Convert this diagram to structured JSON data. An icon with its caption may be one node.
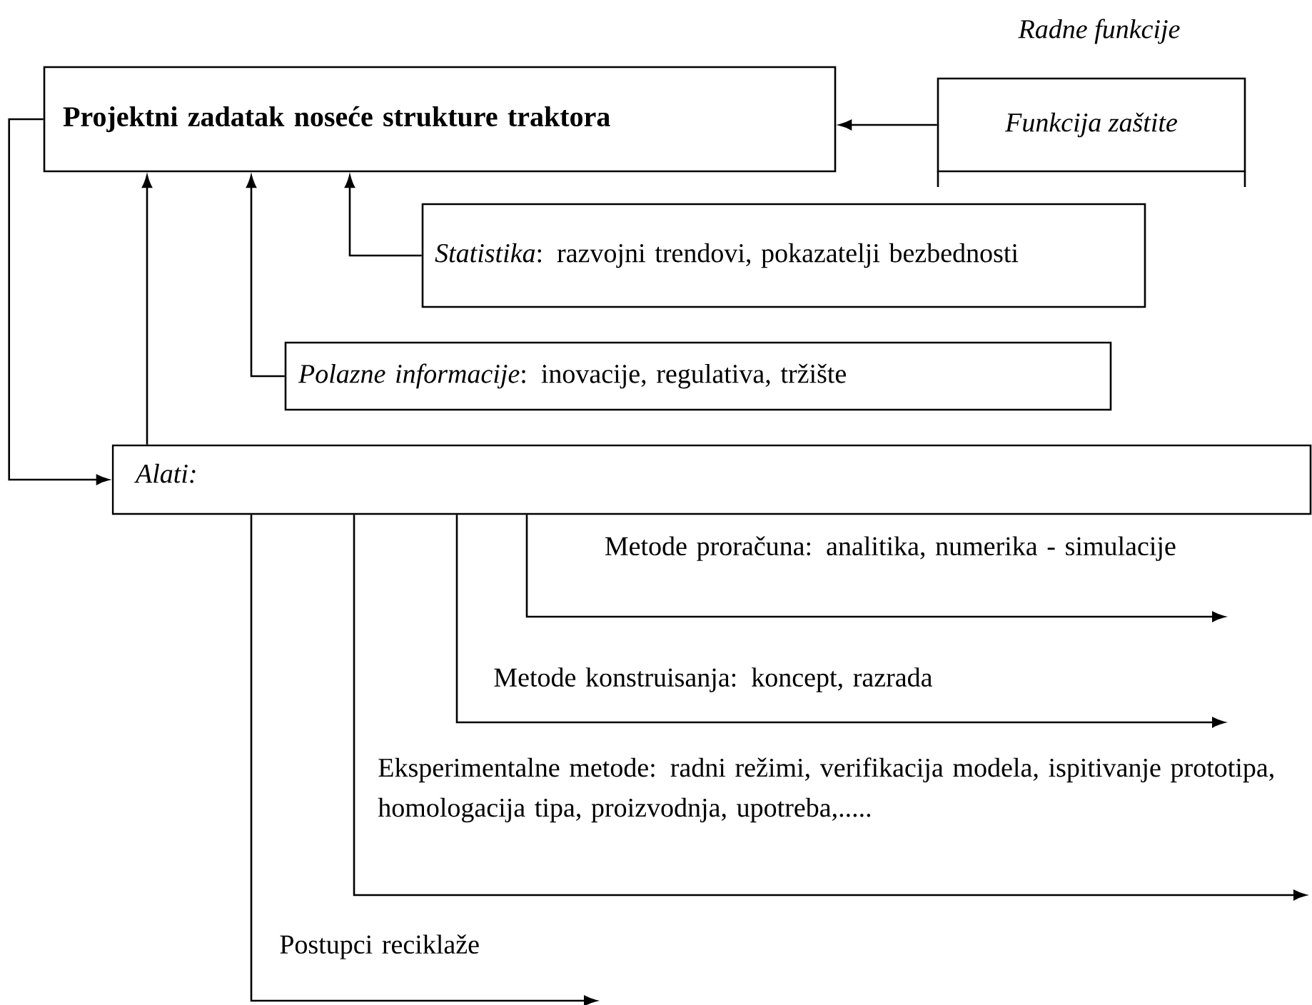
{
  "diagram": {
    "nodes": [
      {
        "text": [
          "Projektni zadatak noseće strukture traktora"
        ]
      },
      {
        "text": [
          "Radne funkcije",
          "Funkcija zaštite"
        ]
      },
      {
        "text": [
          "*Statistika*: razvojni trendovi, pokazatelji bezbednosti"
        ]
      },
      {
        "text": [
          "*Polazne informacije*: inovacije, regulativa, tržište"
        ]
      },
      {
        "text": [
          "Alati:"
        ]
      }
    ],
    "edges": [
      {
        "from": 1,
        "to": 0,
        "arrow": "to"
      },
      {
        "from": 2,
        "to": 0,
        "arrow": "to"
      },
      {
        "from": 3,
        "to": 0,
        "arrow": "to"
      },
      {
        "from": 4,
        "to": 0,
        "arrow": "to"
      },
      {
        "from": 0,
        "to": 4,
        "arrow": "to"
      },
      {
        "from": 4,
        "to": null,
        "arrow": "to",
        "label": "Metode proračuna: analitika, numerika - simulacije"
      },
      {
        "from": 4,
        "to": null,
        "arrow": "to",
        "label": "Metode konstruisanja: koncept, razrada"
      },
      {
        "from": 4,
        "to": null,
        "arrow": "to",
        "label": "Eksperimentalne metode: radni režimi, verifikacija modela, ispitivanje prototipa, homologacija tipa, proizvodnja, upotreba,....."
      },
      {
        "from": 4,
        "to": null,
        "arrow": "to",
        "label": "Postupci reciklaže"
      }
    ]
  }
}
